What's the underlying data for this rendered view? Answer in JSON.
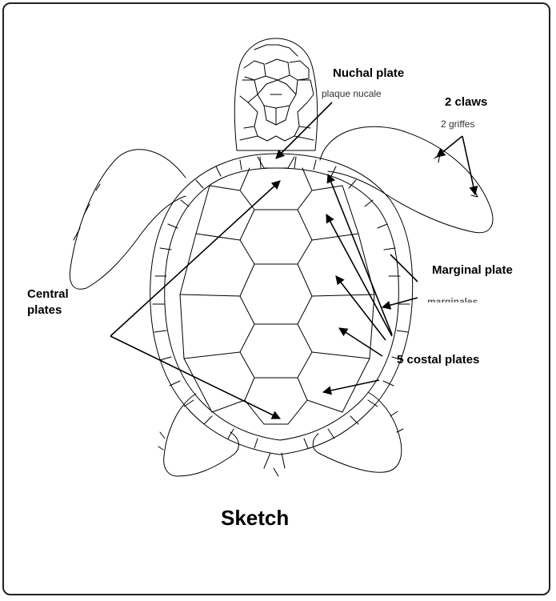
{
  "labels": {
    "nuchal_en": "Nuchal plate",
    "nuchal_fr": "plaque nucale",
    "claws_en": "2 claws",
    "claws_fr": "2 griffes",
    "marginal_en": "Marginal plate",
    "marginal_fr": "marginales",
    "central_line1": "Central",
    "central_line2": "plates",
    "costal_en": "5 costal plates",
    "title": "Sketch"
  },
  "colors": {
    "line": "#000000",
    "frame": "#222222",
    "background": "#ffffff"
  }
}
